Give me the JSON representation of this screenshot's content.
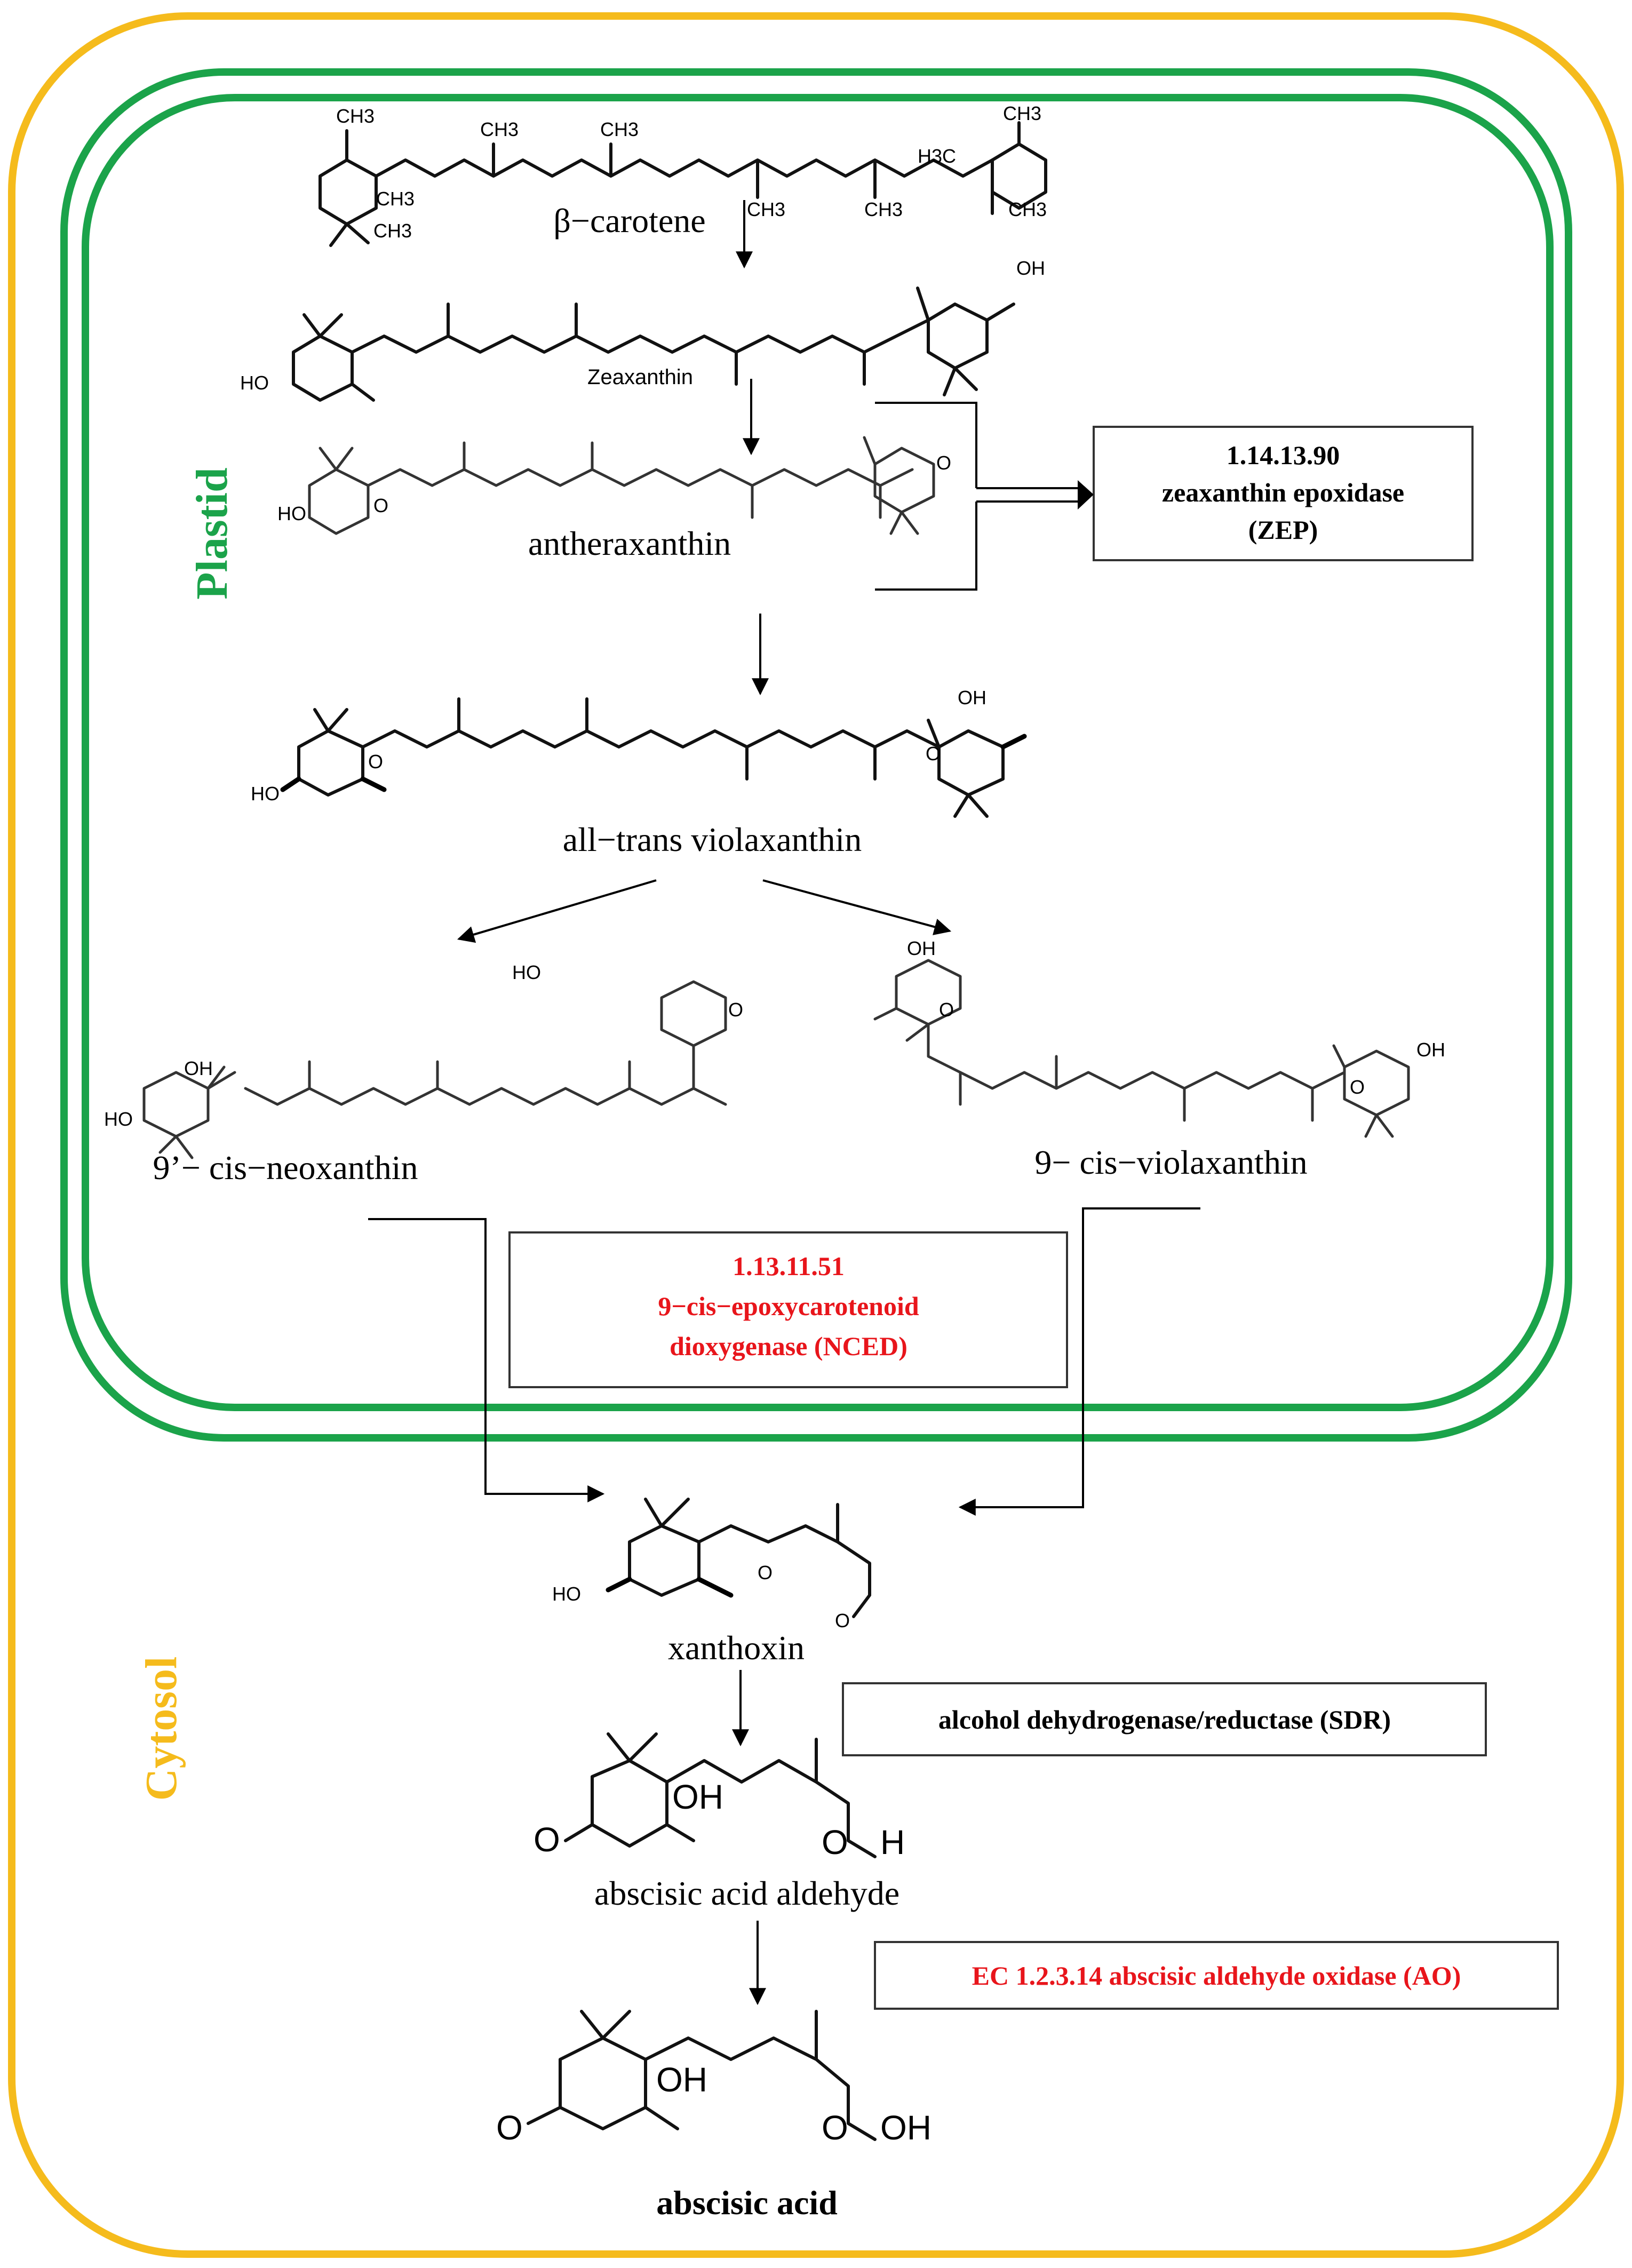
{
  "colors": {
    "cytosol_border": "#F5BB1C",
    "plastid_border": "#1BA34A",
    "enzyme_red": "#E8151B",
    "text": "#000000"
  },
  "compartments": {
    "plastid": "Plastid",
    "cytosol": "Cytosol"
  },
  "compounds": {
    "beta_carotene": "β−carotene",
    "zeaxanthin": "Zeaxanthin",
    "antheraxanthin": "antheraxanthin",
    "all_trans_violaxanthin": "all−trans violaxanthin",
    "neoxanthin": "9’− cis−neoxanthin",
    "cis_violaxanthin": "9− cis−violaxanthin",
    "xanthoxin": "xanthoxin",
    "abscisic_aldehyde": "abscisic acid aldehyde",
    "abscisic_acid": "abscisic acid"
  },
  "enzymes": {
    "zep": {
      "line1": "1.14.13.90",
      "line2": "zeaxanthin epoxidase",
      "line3": "(ZEP)"
    },
    "nced": {
      "line1": "1.13.11.51",
      "line2": "9−cis−epoxycarotenoid",
      "line3": "dioxygenase (NCED)"
    },
    "sdr": "alcohol dehydrogenase/reductase (SDR)",
    "ao": "EC 1.2.3.14  abscisic aldehyde oxidase (AO)"
  },
  "atoms": {
    "ch3": "CH3",
    "h3c": "H3C",
    "oh": "OH",
    "ho": "HO",
    "o": "O",
    "h": "H"
  }
}
